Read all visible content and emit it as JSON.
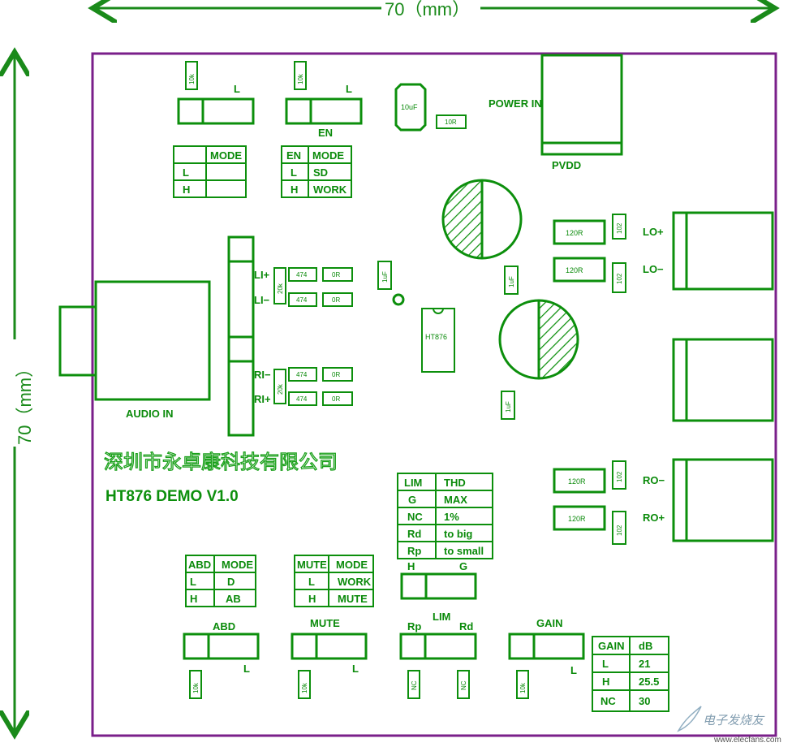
{
  "dimensions": {
    "width_label": "70（mm）",
    "height_label": "70（mm）"
  },
  "labels": {
    "power_in": "POWER IN",
    "pvdd": "PVDD",
    "audio_in": "AUDIO IN",
    "lo_plus": "LO+",
    "lo_minus": "LO−",
    "ro_minus": "RO−",
    "ro_plus": "RO+",
    "li_plus": "LI+",
    "li_minus": "LI−",
    "ri_minus": "RI−",
    "ri_plus": "RI+",
    "en": "EN",
    "l_top1": "L",
    "l_top2": "L",
    "company": "深圳市永卓康科技有限公司",
    "board_name": "HT876 DEMO V1.0",
    "chip": "HT876",
    "abd": "ABD",
    "mute": "MUTE",
    "lim": "LIM",
    "gain": "GAIN",
    "rp": "Rp",
    "rd": "Rd",
    "h_lim": "H",
    "g_lim": "G",
    "l_abd": "L",
    "l_mute": "L",
    "l_gain": "L",
    "watermark_cn": "电子发烧友",
    "watermark_url": "www.elecfans.com"
  },
  "components": {
    "r10k": "10k",
    "c10uf": "10uF",
    "r10r": "10R",
    "r120r": "120R",
    "c102": "102",
    "c474": "474",
    "r0r": "0R",
    "r20k": "20k",
    "c1uf": "1uF",
    "nc": "NC"
  },
  "tables": {
    "mode_table": [
      [
        "",
        "MODE"
      ],
      [
        "L",
        ""
      ],
      [
        "H",
        ""
      ]
    ],
    "en_table": [
      [
        "EN",
        "MODE"
      ],
      [
        "L",
        "SD"
      ],
      [
        "H",
        "WORK"
      ]
    ],
    "abd_table": [
      [
        "ABD",
        "MODE"
      ],
      [
        "L",
        "D"
      ],
      [
        "H",
        "AB"
      ]
    ],
    "mute_table": [
      [
        "MUTE",
        "MODE"
      ],
      [
        "L",
        "WORK"
      ],
      [
        "H",
        "MUTE"
      ]
    ],
    "lim_table": [
      [
        "LIM",
        "THD"
      ],
      [
        "G",
        "MAX"
      ],
      [
        "NC",
        "1%"
      ],
      [
        "Rd",
        "to big"
      ],
      [
        "Rp",
        "to small"
      ]
    ],
    "gain_table": [
      [
        "GAIN",
        "dB"
      ],
      [
        "L",
        "21"
      ],
      [
        "H",
        "25.5"
      ],
      [
        "NC",
        "30"
      ]
    ]
  },
  "colors": {
    "silkscreen": "#0c8f0c",
    "board_outline": "#7a1f8a",
    "dimension": "#1a8a1a"
  }
}
